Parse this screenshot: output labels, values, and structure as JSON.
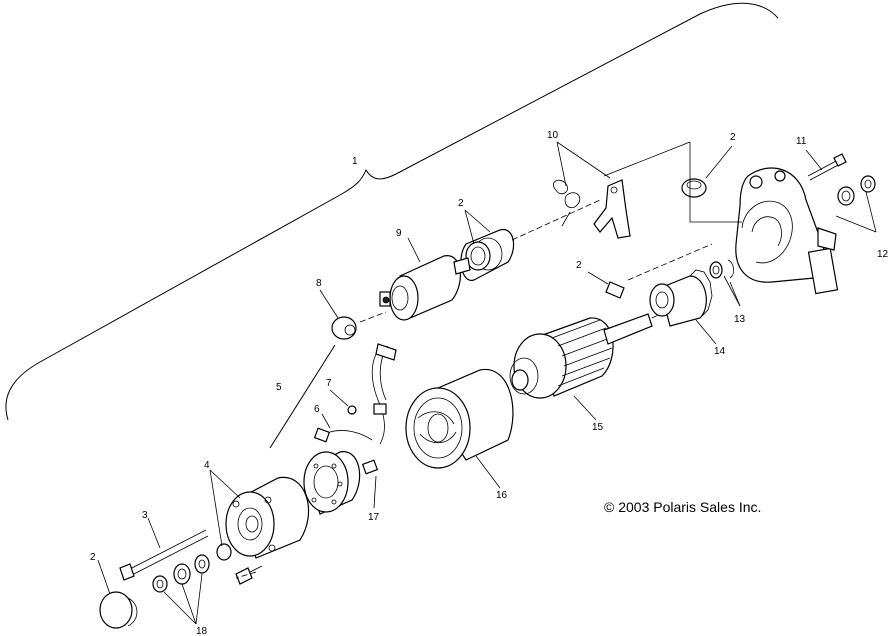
{
  "callouts": {
    "c1": "1",
    "c2a": "2",
    "c2b": "2",
    "c2c": "2",
    "c2d": "2",
    "c3": "3",
    "c4": "4",
    "c5": "5",
    "c6": "6",
    "c7": "7",
    "c8": "8",
    "c9": "9",
    "c10": "10",
    "c11": "11",
    "c12": "12",
    "c13": "13",
    "c14": "14",
    "c15": "15",
    "c16": "16",
    "c17": "17",
    "c18": "18"
  },
  "copyright": "© 2003 Polaris Sales Inc."
}
